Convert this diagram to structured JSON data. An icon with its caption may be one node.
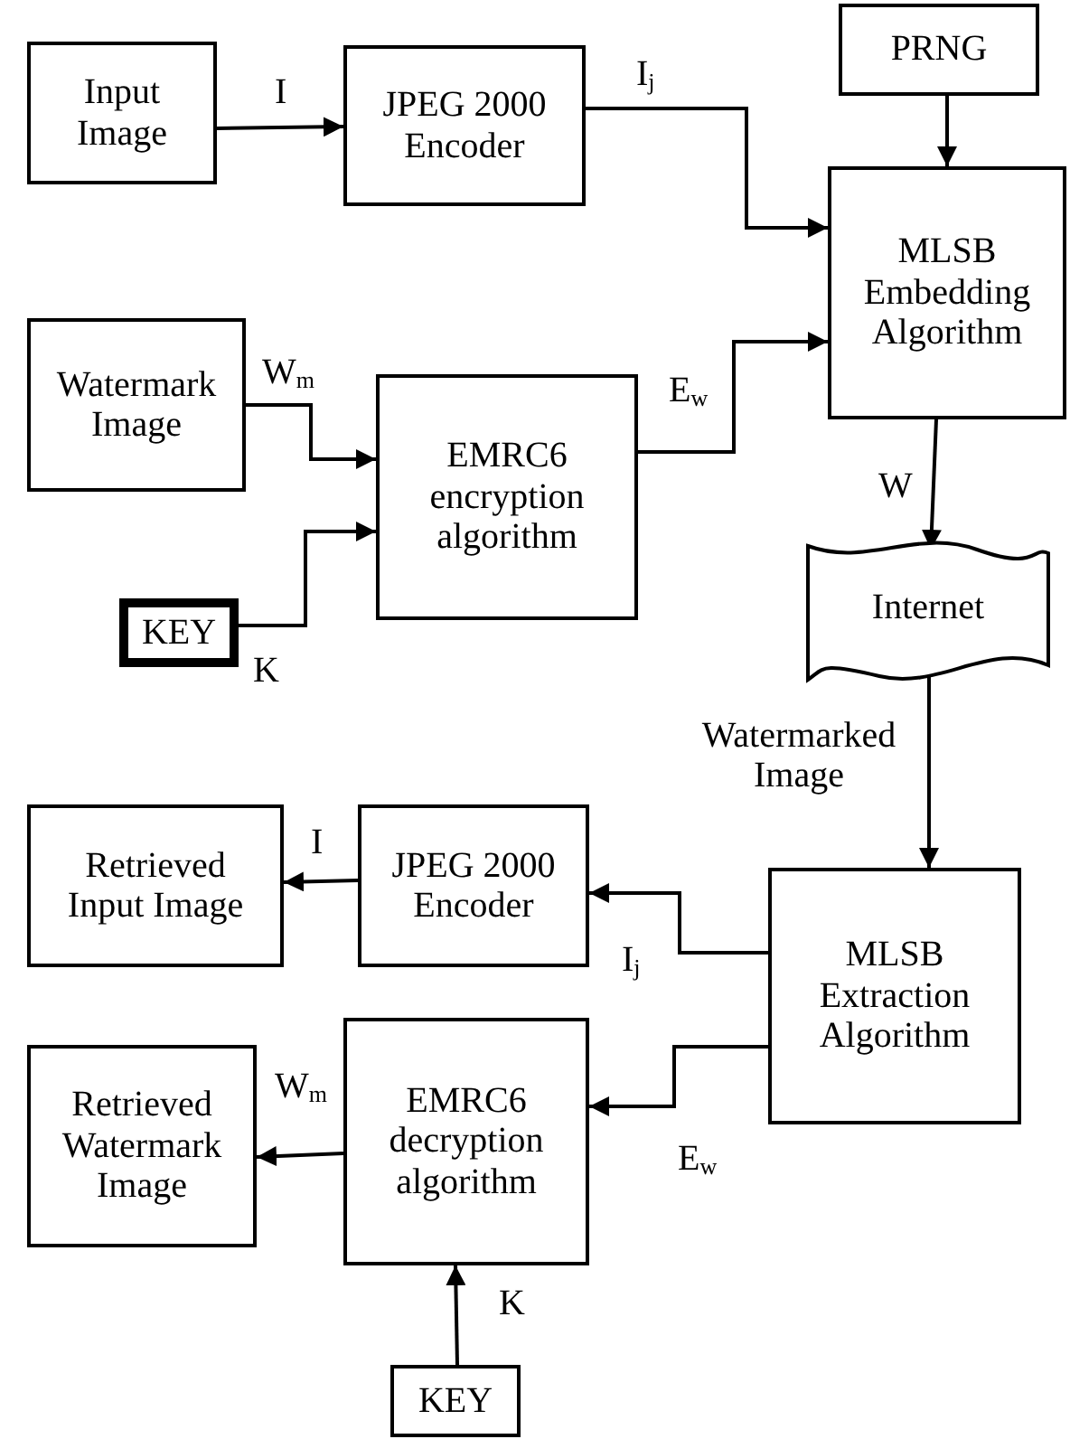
{
  "diagram": {
    "nodes": [
      {
        "text": [
          "Input Image"
        ]
      },
      {
        "text": [
          "JPEG 2000 Encoder"
        ]
      },
      {
        "text": [
          "PRNG"
        ]
      },
      {
        "text": [
          "MLSB Embedding Algorithm"
        ]
      },
      {
        "text": [
          "Watermark Image"
        ]
      },
      {
        "text": [
          "EMRC6 encryption algorithm"
        ]
      },
      {
        "text": [
          "KEY"
        ]
      },
      {
        "text": [
          "Internet"
        ]
      },
      {
        "text": [
          "Retrieved Input Image"
        ]
      },
      {
        "text": [
          "JPEG 2000 Encoder"
        ]
      },
      {
        "text": [
          "MLSB Extraction Algorithm"
        ]
      },
      {
        "text": [
          "Retrieved Watermark Image"
        ]
      },
      {
        "text": [
          "EMRC6 decryption algorithm"
        ]
      },
      {
        "text": [
          "KEY"
        ]
      }
    ],
    "edges": [
      {
        "from": 0,
        "to": 1,
        "arrow": "to",
        "label": "I"
      },
      {
        "from": 1,
        "to": 3,
        "arrow": "to",
        "label": "I$_{j}$"
      },
      {
        "from": 2,
        "to": 3,
        "arrow": "to"
      },
      {
        "from": 4,
        "to": 5,
        "arrow": "to",
        "label": "W$_{m}$"
      },
      {
        "from": 6,
        "to": 5,
        "arrow": "to",
        "label": "K"
      },
      {
        "from": 5,
        "to": 3,
        "arrow": "to",
        "label": "E$_{w}$"
      },
      {
        "from": 3,
        "to": 7,
        "arrow": "to",
        "label": "W"
      },
      {
        "from": 7,
        "to": 10,
        "arrow": "to",
        "label": "Watermarked Image"
      },
      {
        "from": 10,
        "to": 9,
        "arrow": "to",
        "label": "I$_{j}$"
      },
      {
        "from": 9,
        "to": 8,
        "arrow": "to",
        "label": "I"
      },
      {
        "from": 10,
        "to": 12,
        "arrow": "to",
        "label": "E$_{w}$"
      },
      {
        "from": 12,
        "to": 11,
        "arrow": "to",
        "label": "W$_{m}$"
      },
      {
        "from": 13,
        "to": 12,
        "arrow": "to",
        "label": "K"
      }
    ]
  }
}
